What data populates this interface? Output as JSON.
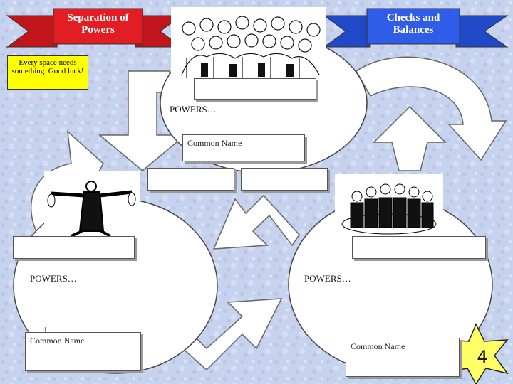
{
  "banners": {
    "left_title": "Separation of Powers",
    "right_title": "Checks and Balances"
  },
  "note": "Every space needs something. Good luck!",
  "circles": {
    "top": {
      "powers_label": "POWERS…",
      "common_name_label": "Common Name"
    },
    "left": {
      "powers_label": "POWERS…",
      "common_name_label": "Common Name"
    },
    "right": {
      "powers_label": "POWERS…",
      "common_name_label": "Common Name"
    }
  },
  "page_number": "4",
  "icons": [
    "crowd-illustration",
    "man-with-money-illustration",
    "judges-illustration",
    "star-badge"
  ],
  "colors": {
    "background": "#c9d6ee",
    "left_banner": "#e21d24",
    "right_banner": "#2f5ce8",
    "note": "#ffff00",
    "star": "#ffff66"
  }
}
